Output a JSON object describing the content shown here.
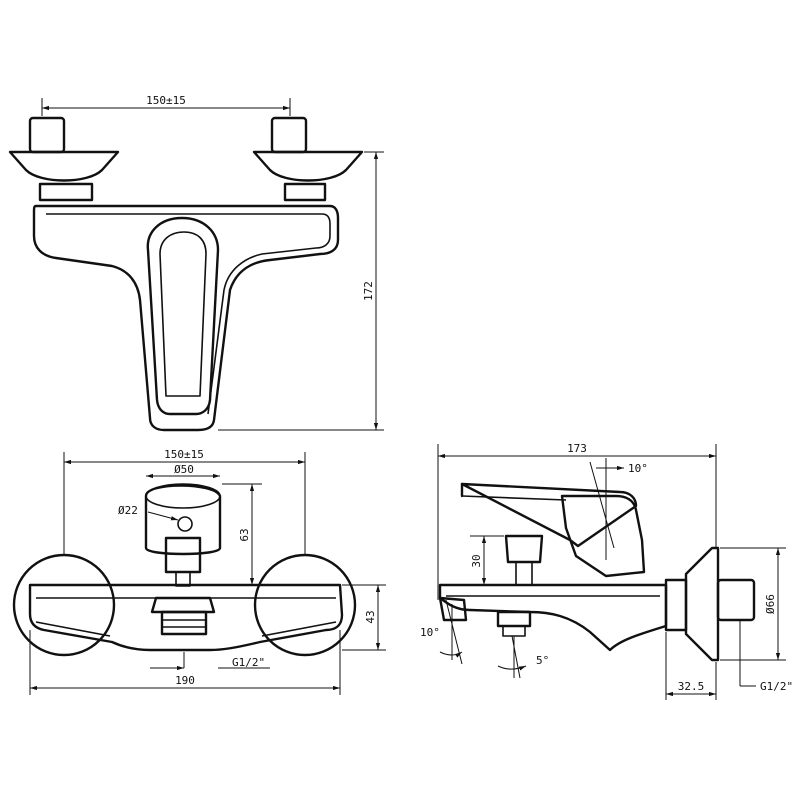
{
  "top_view": {
    "width_dim": "150±15",
    "height_dim": "172"
  },
  "front_view": {
    "centers_dim": "150±15",
    "handle_dia": "Ø50",
    "knob_dia": "Ø22",
    "handle_height": "63",
    "body_height": "43",
    "outlet_thread": "G1/2\"",
    "overall_width": "190"
  },
  "side_view": {
    "depth_dim": "173",
    "handle_angle": "10°",
    "spout_angle": "10°",
    "outlet_angle": "5°",
    "spout_height": "30",
    "flange_dia": "Ø66",
    "wall_offset": "32.5",
    "inlet_thread": "G1/2\""
  }
}
